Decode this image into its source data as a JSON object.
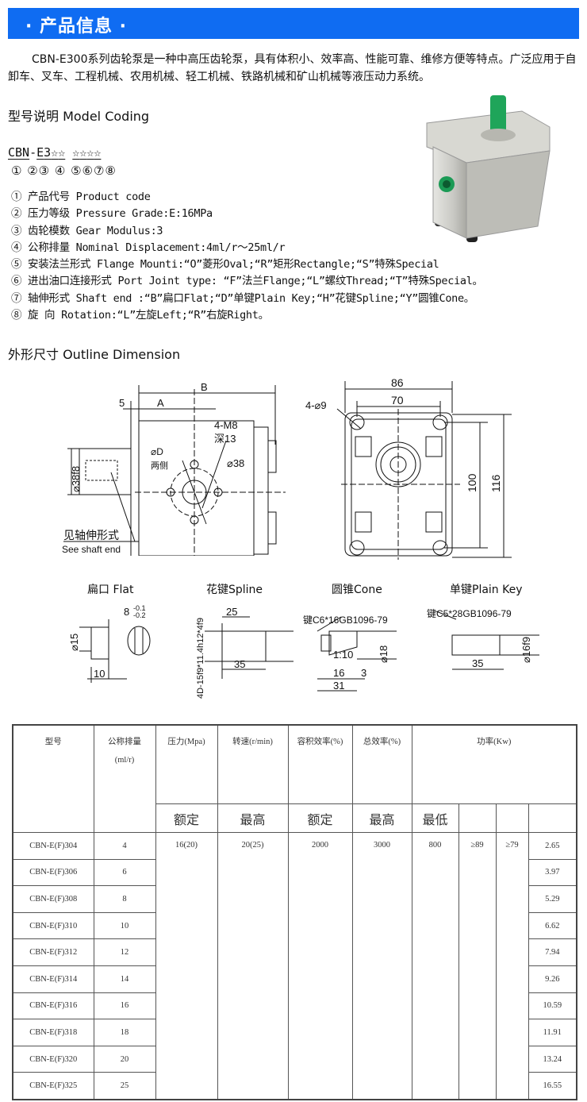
{
  "banner": {
    "title": "· 产品信息 ·"
  },
  "intro": "CBN-E300系列齿轮泵是一种中高压齿轮泵，具有体积小、效率高、性能可靠、维修方便等特点。广泛应用于自卸车、叉车、工程机械、农用机械、轻工机械、铁路机械和矿山机械等液压动力系统。",
  "coding": {
    "heading": "型号说明 Model Coding",
    "code_parts": [
      "CBN",
      "-",
      "E",
      "3",
      "☆",
      "☆",
      "☆",
      "☆",
      "☆",
      "☆"
    ],
    "numbers": "① ②③ ④ ⑤⑥⑦⑧",
    "items": [
      "① 产品代号 Product code",
      "② 压力等级 Pressure Grade:E:16MPa",
      "③ 齿轮模数 Gear Modulus:3",
      "④ 公称排量 Nominal Displacement:4ml/r～25ml/r",
      "⑤ 安装法兰形式 Flange Mounti:“O”菱形Oval;“R”矩形Rectangle;“S”特殊Special",
      "⑥ 进出油口连接形式 Port Joint type: “F”法兰Flange;“L”螺纹Thread;“T”特殊Special。",
      "⑦ 轴伸形式 Shaft end :“B”扁口Flat;“D”单键Plain Key;“H”花键Spline;“Y”圆锥Cone。",
      "⑧ 旋 向 Rotation:“L”左旋Left;“R”右旋Right。"
    ]
  },
  "outline": {
    "heading": "外形尺寸 Outline Dimension",
    "side": {
      "dim5": "5",
      "dimA": "A",
      "dimB": "B",
      "m8": "4-M8",
      "depth": "深13",
      "phiD": "⌀D",
      "both": "两侧",
      "phi38": "⌀38",
      "phi38f8": "⌀38f8",
      "see_cn": "见轴伸形式",
      "see_en": "See shaft end"
    },
    "front": {
      "d86": "86",
      "d70": "70",
      "holes": "4-⌀9",
      "d100": "100",
      "d116": "116"
    },
    "shafts": [
      {
        "title": "扁口 Flat",
        "dims": [
          "8",
          "-0.1",
          "-0.2",
          "⌀15",
          "10"
        ]
      },
      {
        "title": "花键Spline",
        "dims": [
          "25",
          "35",
          "4D-15f9*11.4h12*4f9"
        ]
      },
      {
        "title": "圆锥Cone",
        "dims": [
          "键C6*16GB1096-79",
          "1:10",
          "⌀18",
          "16",
          "3",
          "31"
        ]
      },
      {
        "title": "单键Plain Key",
        "dims": [
          "键C5*28GB1096-79",
          "⌀16f9",
          "35"
        ]
      }
    ]
  },
  "table": {
    "header1": [
      "型号",
      "公称排量",
      "压力(Mpa)",
      "转速(r/min)",
      "容积效率(%)",
      "总效率(%)",
      "功率(Kw)"
    ],
    "unit": "(ml/r)",
    "header2": [
      "额定",
      "最高",
      "额定",
      "最高",
      "最低",
      "",
      "",
      ""
    ],
    "shared": [
      "16(20)",
      "20(25)",
      "2000",
      "3000",
      "800",
      "≥89",
      "≥79"
    ],
    "rows": [
      {
        "model": "CBN-E(F)304",
        "disp": "4",
        "power": "2.65"
      },
      {
        "model": "CBN-E(F)306",
        "disp": "6",
        "power": "3.97"
      },
      {
        "model": "CBN-E(F)308",
        "disp": "8",
        "power": "5.29"
      },
      {
        "model": "CBN-E(F)310",
        "disp": "10",
        "power": "6.62"
      },
      {
        "model": "CBN-E(F)312",
        "disp": "12",
        "power": "7.94"
      },
      {
        "model": "CBN-E(F)314",
        "disp": "14",
        "power": "9.26"
      },
      {
        "model": "CBN-E(F)316",
        "disp": "16",
        "power": "10.59"
      },
      {
        "model": "CBN-E(F)318",
        "disp": "18",
        "power": "11.91"
      },
      {
        "model": "CBN-E(F)320",
        "disp": "20",
        "power": "13.24"
      },
      {
        "model": "CBN-E(F)325",
        "disp": "25",
        "power": "16.55"
      }
    ]
  },
  "colors": {
    "banner": "#0f6cf2",
    "pump_shaft": "#1fa55a"
  }
}
